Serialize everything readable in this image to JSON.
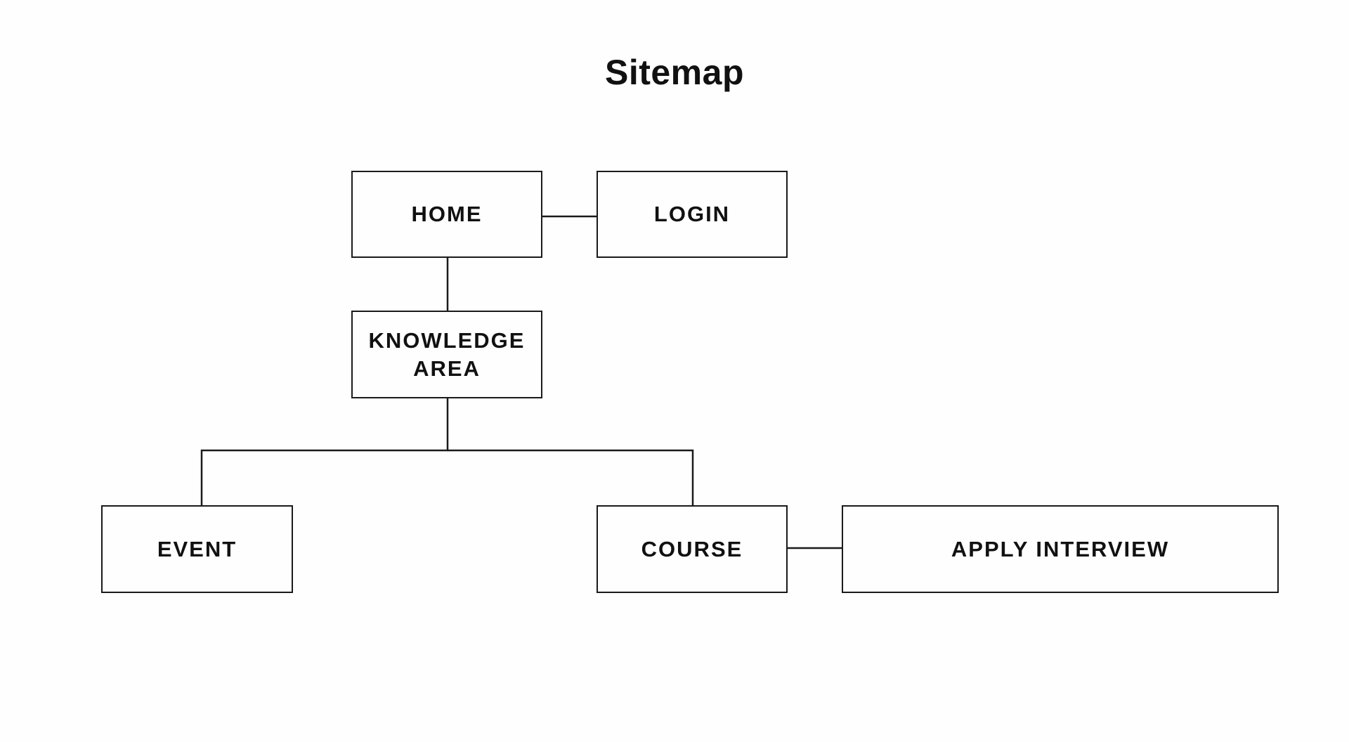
{
  "diagram": {
    "title": "Sitemap",
    "nodes": [
      {
        "id": "home",
        "label": "HOME"
      },
      {
        "id": "login",
        "label": "LOGIN"
      },
      {
        "id": "knowledge-area",
        "label": "KNOWLEDGE\nAREA"
      },
      {
        "id": "event",
        "label": "EVENT"
      },
      {
        "id": "course",
        "label": "COURSE"
      },
      {
        "id": "apply-interview",
        "label": "APPLY INTERVIEW"
      }
    ],
    "edges": [
      {
        "from": "home",
        "to": "login"
      },
      {
        "from": "home",
        "to": "knowledge-area"
      },
      {
        "from": "knowledge-area",
        "to": "event"
      },
      {
        "from": "knowledge-area",
        "to": "course"
      },
      {
        "from": "course",
        "to": "apply-interview"
      }
    ]
  }
}
